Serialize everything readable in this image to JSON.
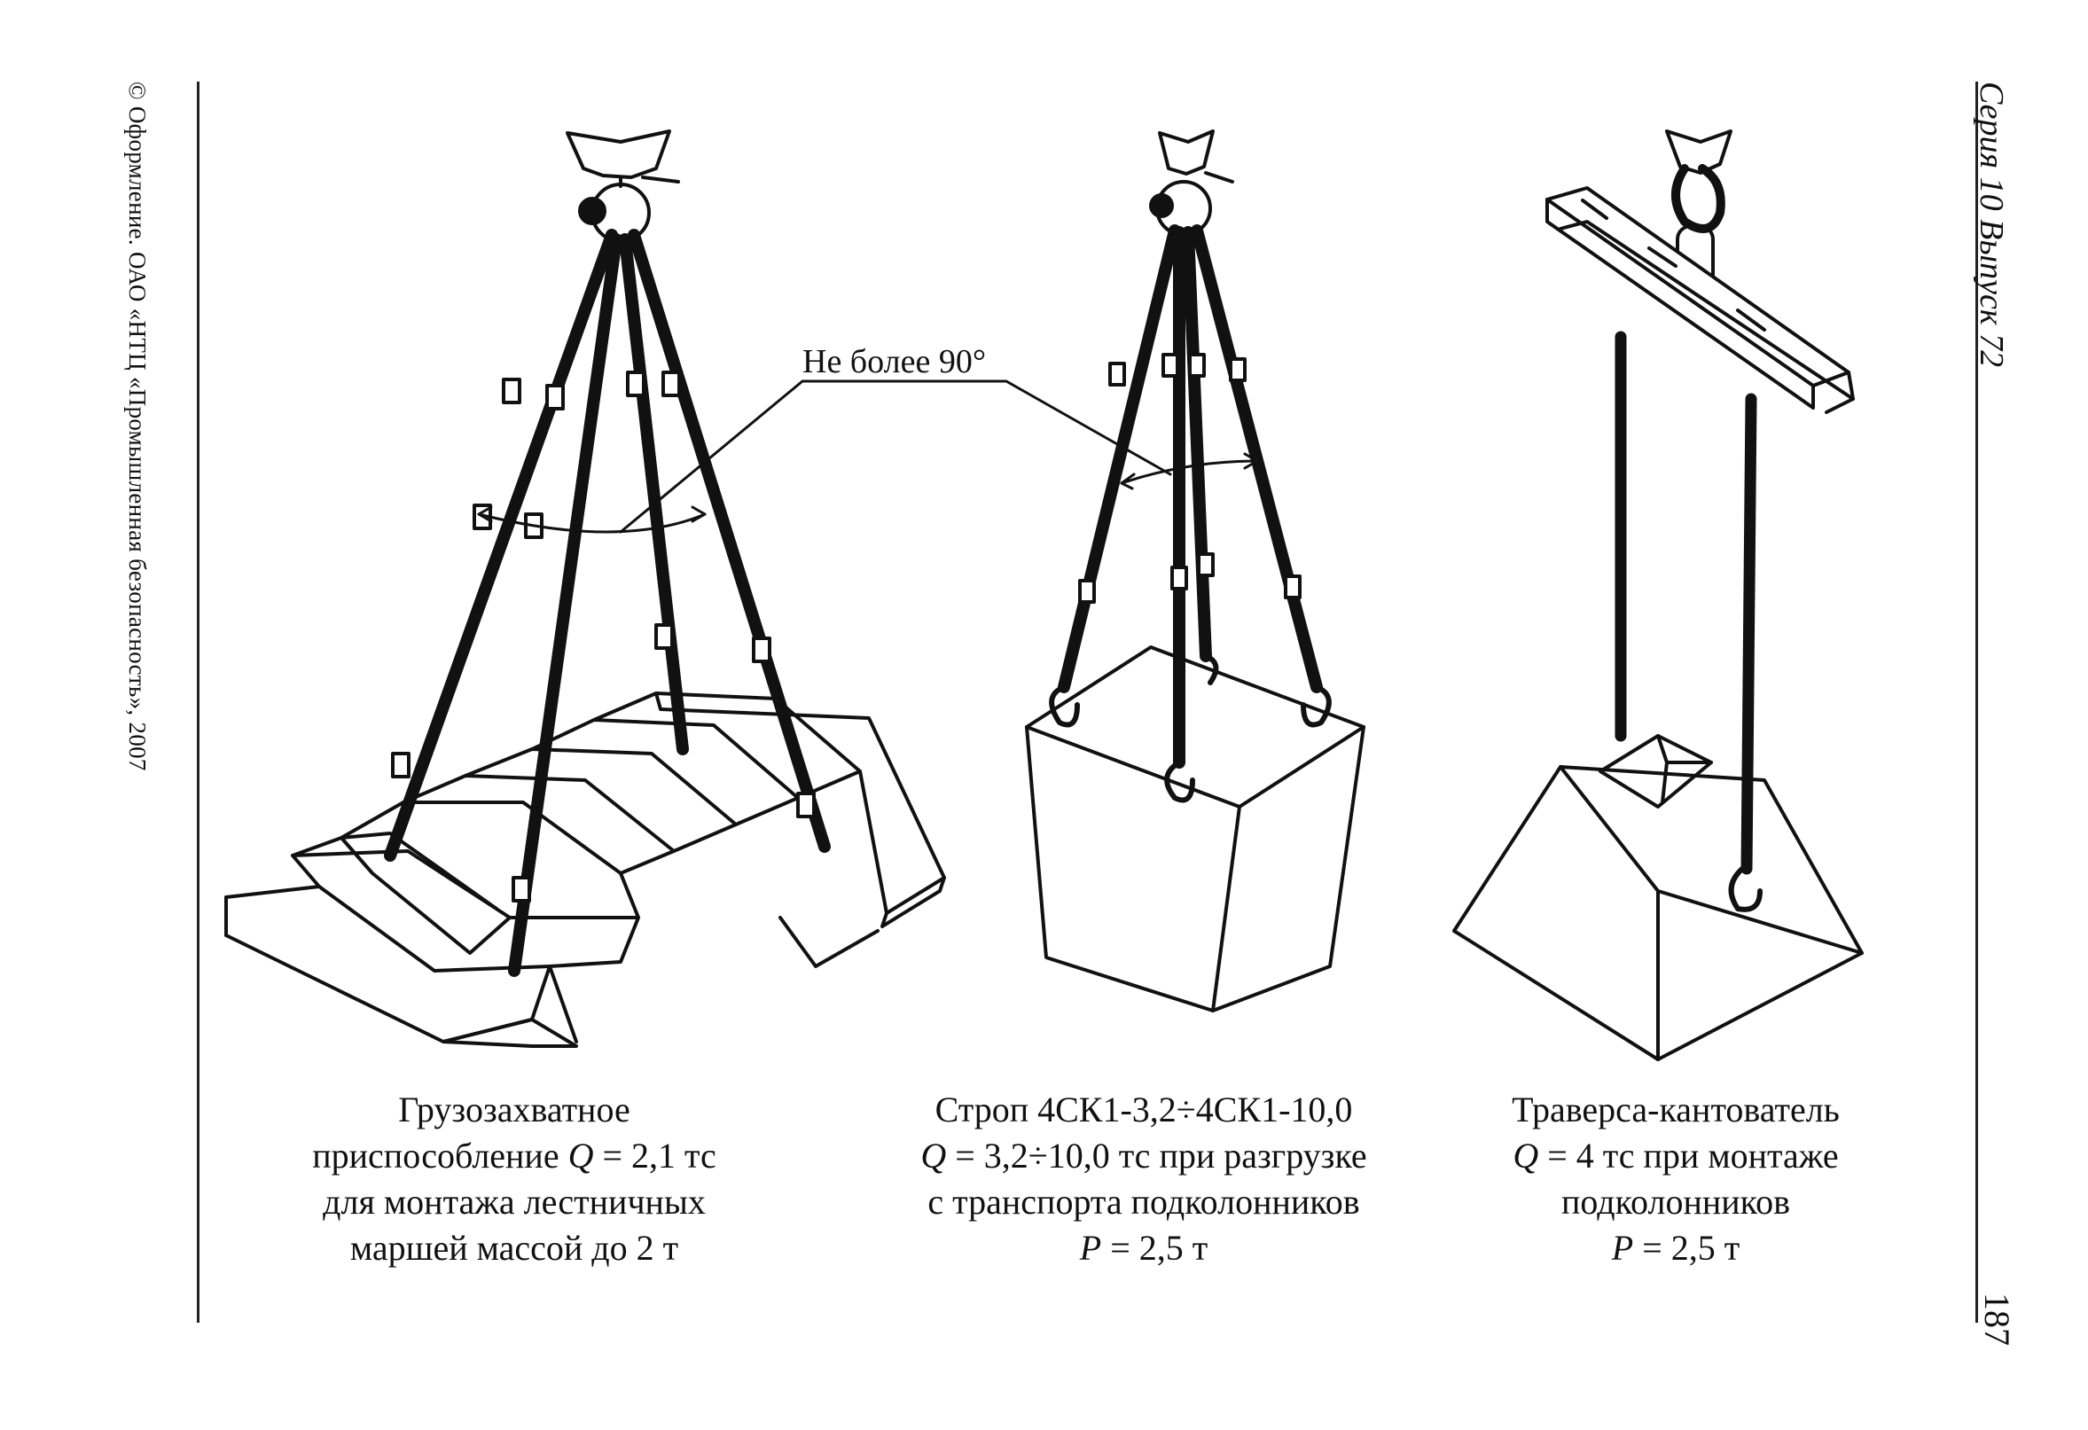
{
  "sidebar": {
    "copyright": "© Оформление. ОАО «НТЦ «Промышленная безопасность», 2007"
  },
  "header": {
    "series": "Серия 10 Выпуск 72"
  },
  "footer": {
    "page_number": "187"
  },
  "figure": {
    "angle_label": "Не более 90°"
  },
  "captions": [
    {
      "line1": "Грузозахватное",
      "line2_pre": "приспособление ",
      "line2_var": "Q",
      "line2_post": " = 2,1 тс",
      "line3": "для монтажа лестничных",
      "line4": "маршей массой до 2 т"
    },
    {
      "line1": "Строп 4СК1-3,2÷4СК1-10,0",
      "line2_var": "Q",
      "line2_post": " = 3,2÷10,0 тс при разгрузке",
      "line3": "с транспорта подколонников",
      "line4_var": "P",
      "line4_post": " = 2,5 т"
    },
    {
      "line1": "Траверса-кантователь",
      "line2_var": "Q",
      "line2_post": " = 4 тс при монтаже",
      "line3": "подколонников",
      "line4_var": "P",
      "line4_post": " = 2,5 т"
    }
  ]
}
